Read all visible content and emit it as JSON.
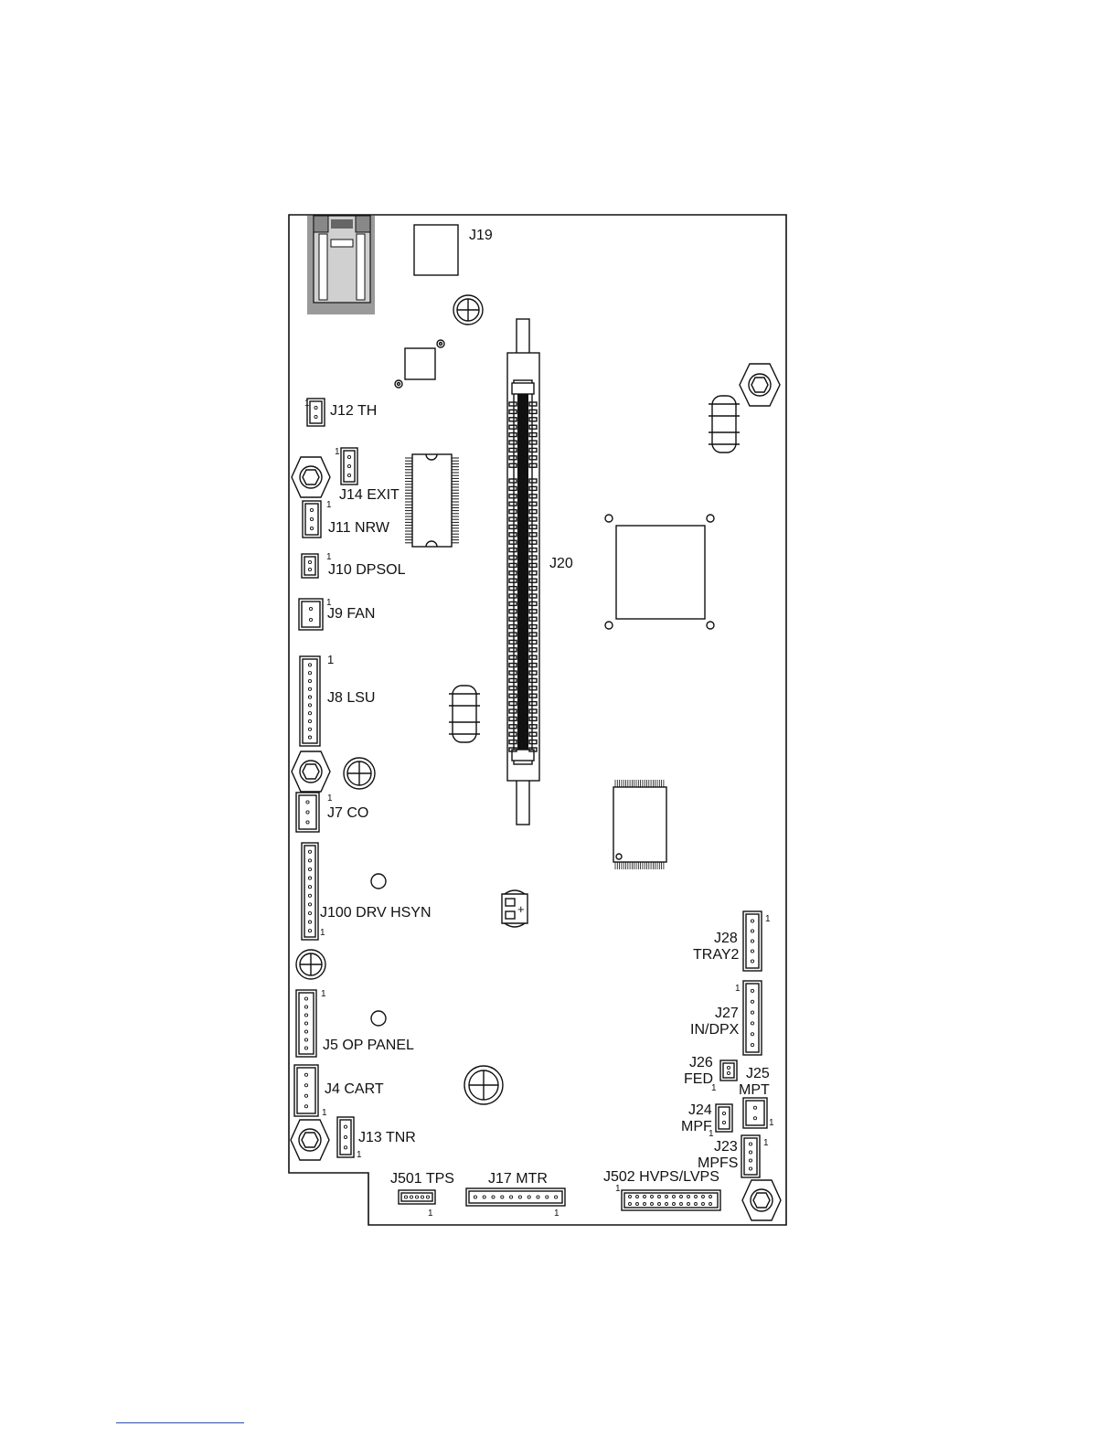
{
  "connectors": {
    "j19": "J19",
    "j20": "J20",
    "j12": "J12  TH",
    "j14": "J14  EXIT",
    "j11": "J11  NRW",
    "j10": "J10  DPSOL",
    "j9": "J9  FAN",
    "j8": "J8  LSU",
    "j7": "J7  CO",
    "j100": "J100  DRV  HSYN",
    "j5": "J5  OP PANEL",
    "j4": "J4  CART",
    "j13": "J13  TNR",
    "j501": "J501  TPS",
    "j17": "J17  MTR",
    "j502": "J502  HVPS/LVPS",
    "j28": "J28",
    "j28_sub": "TRAY2",
    "j27": "J27",
    "j27_sub": "IN/DPX",
    "j26": "J26",
    "j26_sub": "FED",
    "j25": "J25",
    "j25_sub": "MPT",
    "j24": "J24",
    "j24_sub": "MPF",
    "j23": "J23",
    "j23_sub": "MPFS"
  },
  "pin1_marker": "1",
  "battery_polarity": "+"
}
